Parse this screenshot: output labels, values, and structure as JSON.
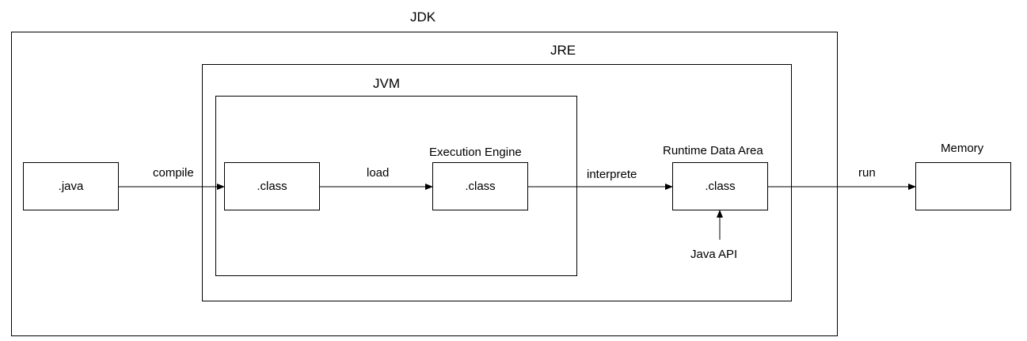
{
  "containers": {
    "jdk": "JDK",
    "jre": "JRE",
    "jvm": "JVM"
  },
  "nodes": {
    "java": ".java",
    "class_jvm": ".class",
    "class_engine": ".class",
    "class_runtime": ".class",
    "memory": ""
  },
  "node_titles": {
    "engine": "Execution Engine",
    "runtime": "Runtime Data Area",
    "memory": "Memory"
  },
  "edges": {
    "compile": "compile",
    "load": "load",
    "interprete": "interprete",
    "run": "run",
    "java_api": "Java API"
  }
}
